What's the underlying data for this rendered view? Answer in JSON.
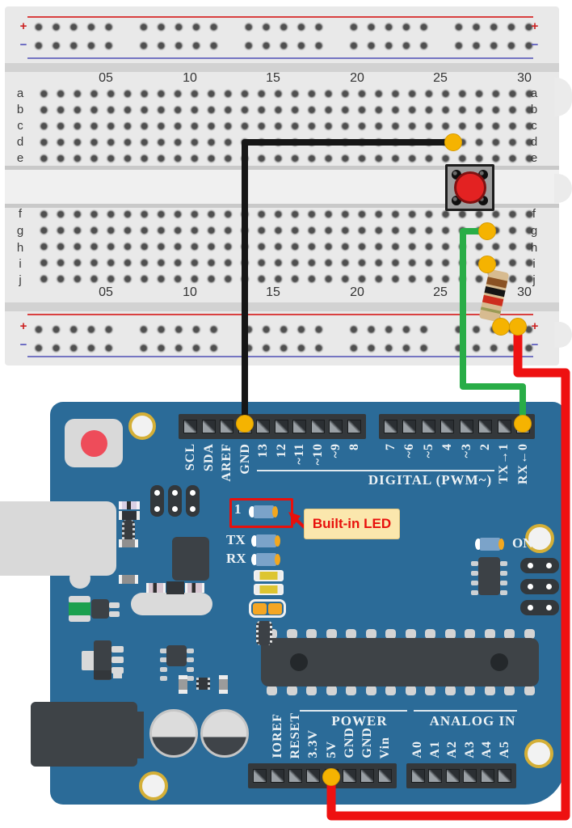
{
  "breadboard": {
    "column_labels": [
      "05",
      "10",
      "15",
      "20",
      "25",
      "30"
    ],
    "row_labels_top": [
      "a",
      "b",
      "c",
      "d",
      "e"
    ],
    "row_labels_bottom": [
      "f",
      "g",
      "h",
      "i",
      "j"
    ],
    "plus": "+",
    "minus": "−"
  },
  "arduino": {
    "top_left_pins": [
      "SCL",
      "SDA",
      "AREF",
      "GND",
      "13",
      "12",
      "~11",
      "~10",
      "~9",
      "8"
    ],
    "top_right_pins": [
      "7",
      "~6",
      "~5",
      "4",
      "~3",
      "2",
      "TX→1",
      "RX←0"
    ],
    "digital_label": "DIGITAL (PWM~)",
    "power_label": "POWER",
    "power_pins": [
      "IOREF",
      "RESET",
      "3.3V",
      "5V",
      "GND",
      "GND",
      "Vin"
    ],
    "analog_label": "ANALOG IN",
    "analog_pins": [
      "A0",
      "A1",
      "A2",
      "A3",
      "A4",
      "A5"
    ],
    "builtin_led_marker": "1",
    "tx_label": "TX",
    "rx_label": "RX",
    "on_label": "ON"
  },
  "callout": {
    "builtin_led": "Built-in LED"
  },
  "colors": {
    "board_blue": "#2b6b98",
    "breadboard_gray": "#e9e9e9",
    "wire_black": "#161616",
    "wire_green": "#29ad47",
    "wire_red": "#ee1111",
    "terminal_yellow": "#f5b301",
    "callout_red": "#e8100c",
    "callout_bg": "#fbe7ad",
    "rail_plus_red": "#cc2222",
    "rail_minus_blue": "#5555bb"
  }
}
